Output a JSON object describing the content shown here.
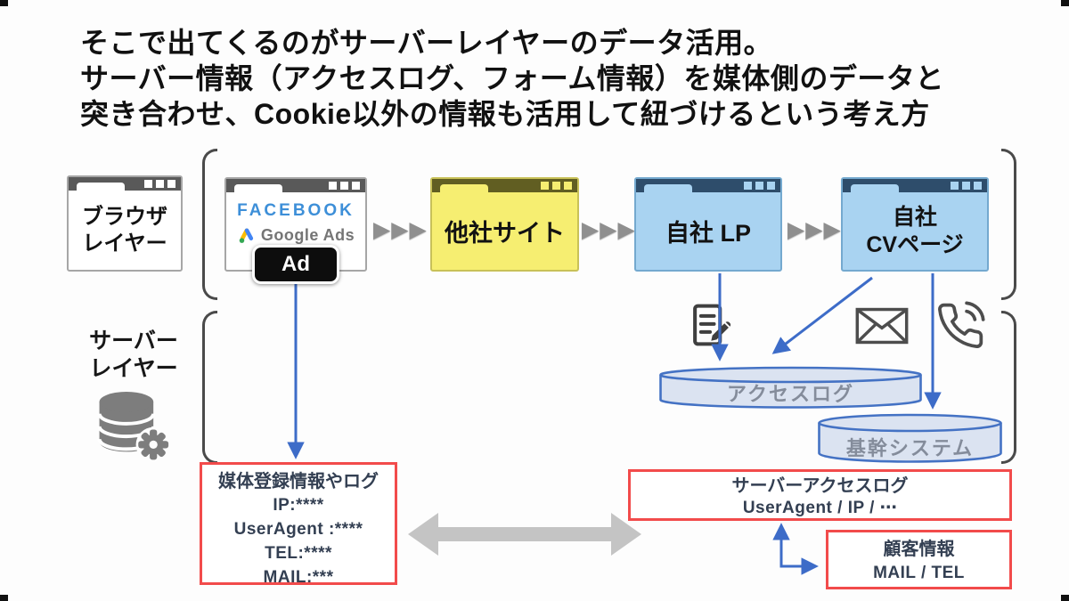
{
  "heading": {
    "lines": [
      "そこで出てくるのがサーバーレイヤーのデータ活用。",
      "サーバー情報（アクセスログ、フォーム情報）を媒体側のデータと",
      "突き合わせ、Cookie以外の情報も活用して紐づけるという考え方"
    ]
  },
  "browser_layer": {
    "line1": "ブラウザ",
    "line2": "レイヤー"
  },
  "server_layer": {
    "line1": "サーバー",
    "line2": "レイヤー"
  },
  "windows": {
    "media": {
      "facebook": "FACEBOOK",
      "google_ads": "Google Ads",
      "ad_badge": "Ad"
    },
    "other_site": {
      "label": "他社サイト"
    },
    "own_lp": {
      "label": "自社 LP"
    },
    "own_cv": {
      "line1": "自社",
      "line2": "CVページ"
    }
  },
  "cylinders": {
    "access_log": {
      "label": "アクセスログ"
    },
    "core_system": {
      "label": "基幹システム"
    }
  },
  "red_boxes": {
    "media_log": {
      "title": "媒体登録情報やログ",
      "rows": [
        "IP:****",
        "UserAgent :****",
        "TEL:****",
        "MAIL:***"
      ]
    },
    "server_access_log": {
      "line1": "サーバーアクセスログ",
      "line2": "UserAgent / IP / ⋯"
    },
    "customer_info": {
      "line1": "顧客情報",
      "line2": "MAIL / TEL"
    }
  },
  "decor": {
    "chevron": "▶▶▶"
  },
  "icons": {
    "form": "form-pencil-icon",
    "mail": "envelope-icon",
    "phone": "phone-icon",
    "server_db": "database-gear-icon",
    "google_ads": "google-ads-logo"
  },
  "colors": {
    "arrow_blue": "#3d6cc8",
    "box_red": "#f24b4b",
    "window_yellow": "#f6ee71",
    "window_blue": "#a9d3f1",
    "bar_gray": "#595959",
    "bar_olive": "#615e22",
    "bar_navy": "#2e4d6b",
    "cylinder_fill": "#dbe3f1",
    "cylinder_stroke": "#4472c4",
    "facebook_blue": "#3d8fd8",
    "gray_arrow": "#c4c4c4"
  }
}
